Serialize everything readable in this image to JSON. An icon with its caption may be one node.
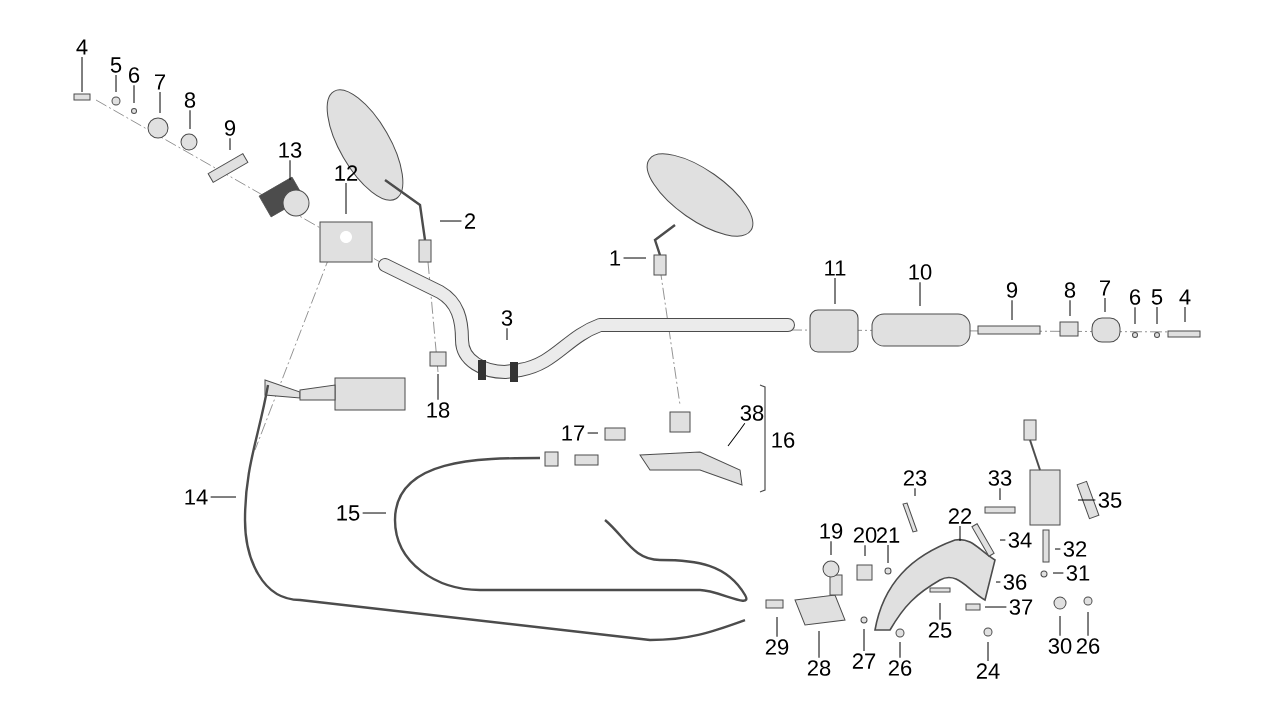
{
  "diagram": {
    "nodes": [
      {
        "text": [
          "4"
        ]
      },
      {
        "text": [
          "5"
        ]
      },
      {
        "text": [
          "6"
        ]
      },
      {
        "text": [
          "7"
        ]
      },
      {
        "text": [
          "8"
        ]
      },
      {
        "text": [
          "9"
        ]
      },
      {
        "text": [
          "13"
        ]
      },
      {
        "text": [
          "12"
        ]
      },
      {
        "text": [
          "2"
        ]
      },
      {
        "text": [
          "1"
        ]
      },
      {
        "text": [
          "3"
        ]
      },
      {
        "text": [
          "11"
        ]
      },
      {
        "text": [
          "10"
        ]
      },
      {
        "text": [
          "9"
        ]
      },
      {
        "text": [
          "8"
        ]
      },
      {
        "text": [
          "7"
        ]
      },
      {
        "text": [
          "6"
        ]
      },
      {
        "text": [
          "5"
        ]
      },
      {
        "text": [
          "4"
        ]
      },
      {
        "text": [
          "18"
        ]
      },
      {
        "text": [
          "17"
        ]
      },
      {
        "text": [
          "38"
        ]
      },
      {
        "text": [
          "14"
        ]
      },
      {
        "text": [
          "15"
        ]
      },
      {
        "text": [
          "33"
        ]
      },
      {
        "text": [
          "35"
        ]
      },
      {
        "text": [
          "23"
        ]
      },
      {
        "text": [
          "22"
        ]
      },
      {
        "text": [
          "34"
        ]
      },
      {
        "text": [
          "32"
        ]
      },
      {
        "text": [
          "19"
        ]
      },
      {
        "text": [
          "20"
        ]
      },
      {
        "text": [
          "21"
        ]
      },
      {
        "text": [
          "31"
        ]
      },
      {
        "text": [
          "36"
        ]
      },
      {
        "text": [
          "37"
        ]
      },
      {
        "text": [
          "25"
        ]
      },
      {
        "text": [
          "29"
        ]
      },
      {
        "text": [
          "30"
        ]
      },
      {
        "text": [
          "26"
        ]
      },
      {
        "text": [
          "28"
        ]
      },
      {
        "text": [
          "27"
        ]
      },
      {
        "text": [
          "26"
        ]
      },
      {
        "text": [
          "24"
        ]
      }
    ],
    "edges": [
      {
        "from": 0,
        "to": null,
        "arrow": "none"
      },
      {
        "from": 1,
        "to": null,
        "arrow": "none"
      },
      {
        "from": 2,
        "to": null,
        "arrow": "none"
      },
      {
        "from": 3,
        "to": null,
        "arrow": "none"
      },
      {
        "from": 4,
        "to": null,
        "arrow": "none"
      },
      {
        "from": 5,
        "to": null,
        "arrow": "none"
      },
      {
        "from": 6,
        "to": null,
        "arrow": "none"
      },
      {
        "from": 7,
        "to": null,
        "arrow": "none"
      },
      {
        "from": 8,
        "to": null,
        "arrow": "none"
      },
      {
        "from": 9,
        "to": null,
        "arrow": "none"
      },
      {
        "from": 10,
        "to": null,
        "arrow": "none"
      },
      {
        "from": 11,
        "to": null,
        "arrow": "none"
      },
      {
        "from": 12,
        "to": null,
        "arrow": "none"
      },
      {
        "from": 13,
        "to": null,
        "arrow": "none"
      },
      {
        "from": 14,
        "to": null,
        "arrow": "none"
      },
      {
        "from": 15,
        "to": null,
        "arrow": "none"
      },
      {
        "from": 16,
        "to": null,
        "arrow": "none"
      },
      {
        "from": 17,
        "to": null,
        "arrow": "none"
      },
      {
        "from": 18,
        "to": null,
        "arrow": "none"
      },
      {
        "from": 19,
        "to": null,
        "arrow": "none"
      },
      {
        "from": 20,
        "to": null,
        "arrow": "none"
      },
      {
        "from": 21,
        "to": null,
        "arrow": "none"
      },
      {
        "from": 22,
        "to": null,
        "arrow": "none"
      },
      {
        "from": 23,
        "to": null,
        "arrow": "none"
      },
      {
        "from": 24,
        "to": null,
        "arrow": "none"
      },
      {
        "from": 25,
        "to": null,
        "arrow": "none"
      },
      {
        "from": 26,
        "to": null,
        "arrow": "none"
      },
      {
        "from": 27,
        "to": null,
        "arrow": "none"
      },
      {
        "from": 28,
        "to": null,
        "arrow": "none"
      },
      {
        "from": 29,
        "to": null,
        "arrow": "none"
      },
      {
        "from": 30,
        "to": null,
        "arrow": "none"
      },
      {
        "from": 31,
        "to": null,
        "arrow": "none"
      },
      {
        "from": 32,
        "to": null,
        "arrow": "none"
      },
      {
        "from": 33,
        "to": null,
        "arrow": "none"
      },
      {
        "from": 34,
        "to": null,
        "arrow": "none"
      },
      {
        "from": 35,
        "to": null,
        "arrow": "none"
      },
      {
        "from": 36,
        "to": null,
        "arrow": "none"
      },
      {
        "from": 37,
        "to": null,
        "arrow": "none"
      },
      {
        "from": 38,
        "to": null,
        "arrow": "none"
      },
      {
        "from": 39,
        "to": null,
        "arrow": "none"
      },
      {
        "from": 40,
        "to": null,
        "arrow": "none"
      },
      {
        "from": 41,
        "to": null,
        "arrow": "none"
      },
      {
        "from": 42,
        "to": null,
        "arrow": "none"
      },
      {
        "from": 43,
        "to": null,
        "arrow": "none"
      }
    ],
    "labels": [
      "16"
    ]
  }
}
